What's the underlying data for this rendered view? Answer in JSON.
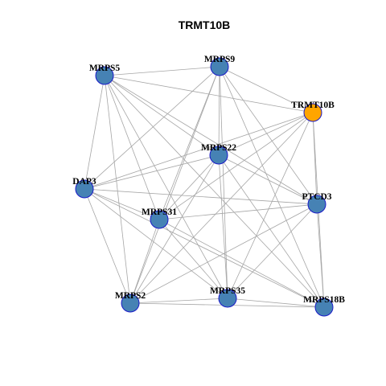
{
  "title": "TRMT10B",
  "colors": {
    "node_default": "#4682b4",
    "node_focus": "#ffa500",
    "node_border": "#1a1ac8",
    "edge": "#a6a6a6"
  },
  "nodes": [
    {
      "id": "MRPS5",
      "label": "MRPS5",
      "focus": false
    },
    {
      "id": "MRPS9",
      "label": "MRPS9",
      "focus": false
    },
    {
      "id": "TRMT10B",
      "label": "TRMT10B",
      "focus": true
    },
    {
      "id": "MRPS22",
      "label": "MRPS22",
      "focus": false
    },
    {
      "id": "DAP3",
      "label": "DAP3",
      "focus": false
    },
    {
      "id": "PTCD3",
      "label": "PTCD3",
      "focus": false
    },
    {
      "id": "MRPS31",
      "label": "MRPS31",
      "focus": false
    },
    {
      "id": "MRPS2",
      "label": "MRPS2",
      "focus": false
    },
    {
      "id": "MRPS35",
      "label": "MRPS35",
      "focus": false
    },
    {
      "id": "MRPS18B",
      "label": "MRPS18B",
      "focus": false
    }
  ],
  "edges": [
    [
      "MRPS5",
      "MRPS9"
    ],
    [
      "MRPS5",
      "TRMT10B"
    ],
    [
      "MRPS5",
      "MRPS22"
    ],
    [
      "MRPS5",
      "DAP3"
    ],
    [
      "MRPS5",
      "PTCD3"
    ],
    [
      "MRPS5",
      "MRPS31"
    ],
    [
      "MRPS5",
      "MRPS2"
    ],
    [
      "MRPS5",
      "MRPS35"
    ],
    [
      "MRPS5",
      "MRPS18B"
    ],
    [
      "MRPS9",
      "TRMT10B"
    ],
    [
      "MRPS9",
      "MRPS22"
    ],
    [
      "MRPS9",
      "DAP3"
    ],
    [
      "MRPS9",
      "PTCD3"
    ],
    [
      "MRPS9",
      "MRPS31"
    ],
    [
      "MRPS9",
      "MRPS2"
    ],
    [
      "MRPS9",
      "MRPS35"
    ],
    [
      "MRPS9",
      "MRPS18B"
    ],
    [
      "TRMT10B",
      "MRPS22"
    ],
    [
      "TRMT10B",
      "DAP3"
    ],
    [
      "TRMT10B",
      "PTCD3"
    ],
    [
      "TRMT10B",
      "MRPS31"
    ],
    [
      "TRMT10B",
      "MRPS2"
    ],
    [
      "TRMT10B",
      "MRPS35"
    ],
    [
      "TRMT10B",
      "MRPS18B"
    ],
    [
      "MRPS22",
      "DAP3"
    ],
    [
      "MRPS22",
      "PTCD3"
    ],
    [
      "MRPS22",
      "MRPS31"
    ],
    [
      "MRPS22",
      "MRPS2"
    ],
    [
      "MRPS22",
      "MRPS35"
    ],
    [
      "MRPS22",
      "MRPS18B"
    ],
    [
      "DAP3",
      "PTCD3"
    ],
    [
      "DAP3",
      "MRPS31"
    ],
    [
      "DAP3",
      "MRPS2"
    ],
    [
      "DAP3",
      "MRPS35"
    ],
    [
      "DAP3",
      "MRPS18B"
    ],
    [
      "PTCD3",
      "MRPS31"
    ],
    [
      "PTCD3",
      "MRPS2"
    ],
    [
      "PTCD3",
      "MRPS35"
    ],
    [
      "PTCD3",
      "MRPS18B"
    ],
    [
      "MRPS31",
      "MRPS2"
    ],
    [
      "MRPS31",
      "MRPS35"
    ],
    [
      "MRPS31",
      "MRPS18B"
    ],
    [
      "MRPS2",
      "MRPS35"
    ],
    [
      "MRPS2",
      "MRPS18B"
    ],
    [
      "MRPS35",
      "MRPS18B"
    ]
  ]
}
